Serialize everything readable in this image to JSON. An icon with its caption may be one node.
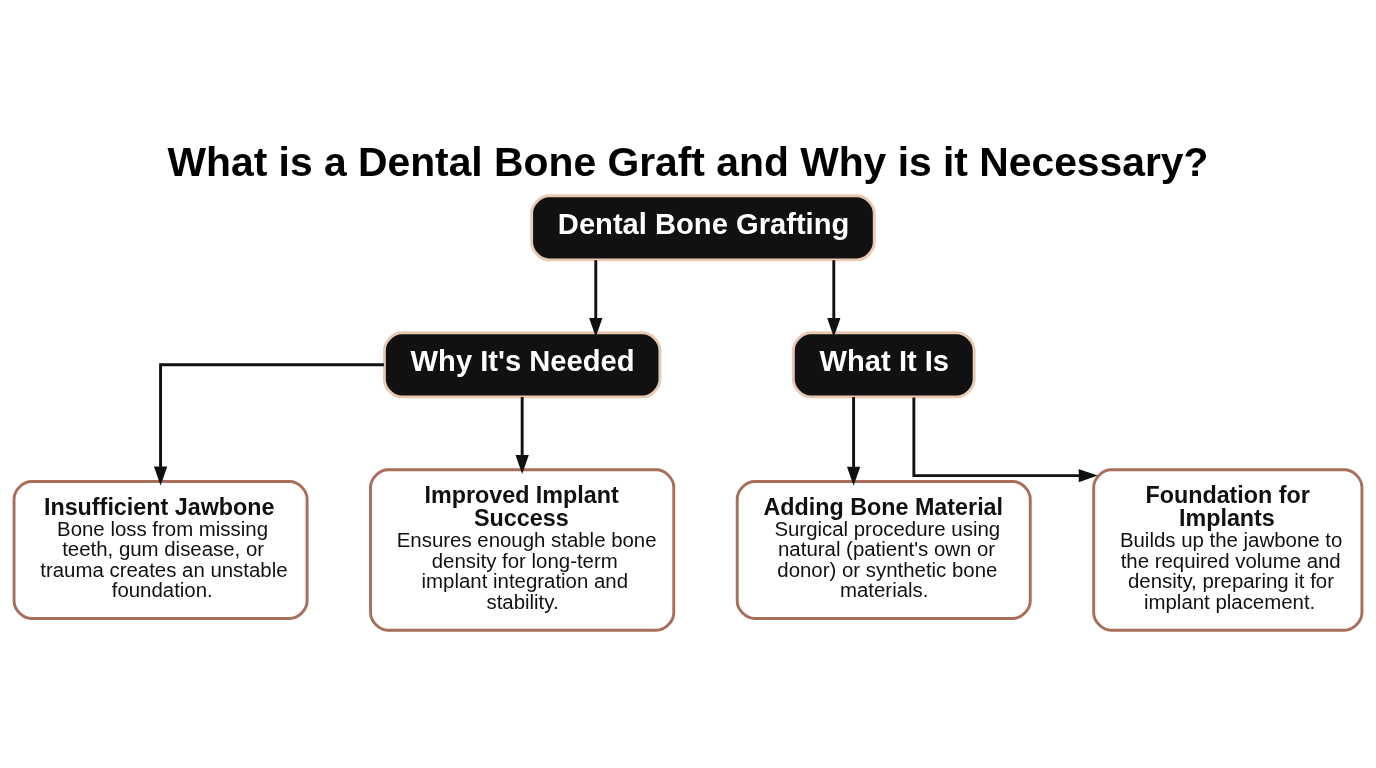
{
  "diagram": {
    "title": "What is a Dental Bone Graft and Why is it Necessary?",
    "nodes": [
      {
        "text": [
          "Dental Bone Grafting"
        ]
      },
      {
        "text": [
          "Why It's Needed"
        ]
      },
      {
        "text": [
          "What It Is"
        ]
      },
      {
        "text": [
          "Insufficient Jawbone",
          "Bone loss from missing teeth, gum disease, or trauma creates an unstable foundation."
        ]
      },
      {
        "text": [
          "Improved Implant Success",
          "Ensures enough stable bone density for long-term implant integration and stability."
        ]
      },
      {
        "text": [
          "Adding Bone Material",
          "Surgical procedure using natural (patient's own or donor) or synthetic bone materials."
        ]
      },
      {
        "text": [
          "Foundation for Implants",
          "Builds up the jawbone to the required volume and density, preparing it for implant placement."
        ]
      }
    ],
    "edges": [
      {
        "from": 0,
        "to": 1,
        "arrow": "to"
      },
      {
        "from": 0,
        "to": 2,
        "arrow": "to"
      },
      {
        "from": 1,
        "to": 3,
        "arrow": "to"
      },
      {
        "from": 1,
        "to": 4,
        "arrow": "to"
      },
      {
        "from": 2,
        "to": 5,
        "arrow": "to"
      },
      {
        "from": 2,
        "to": 6,
        "arrow": "to"
      }
    ]
  }
}
